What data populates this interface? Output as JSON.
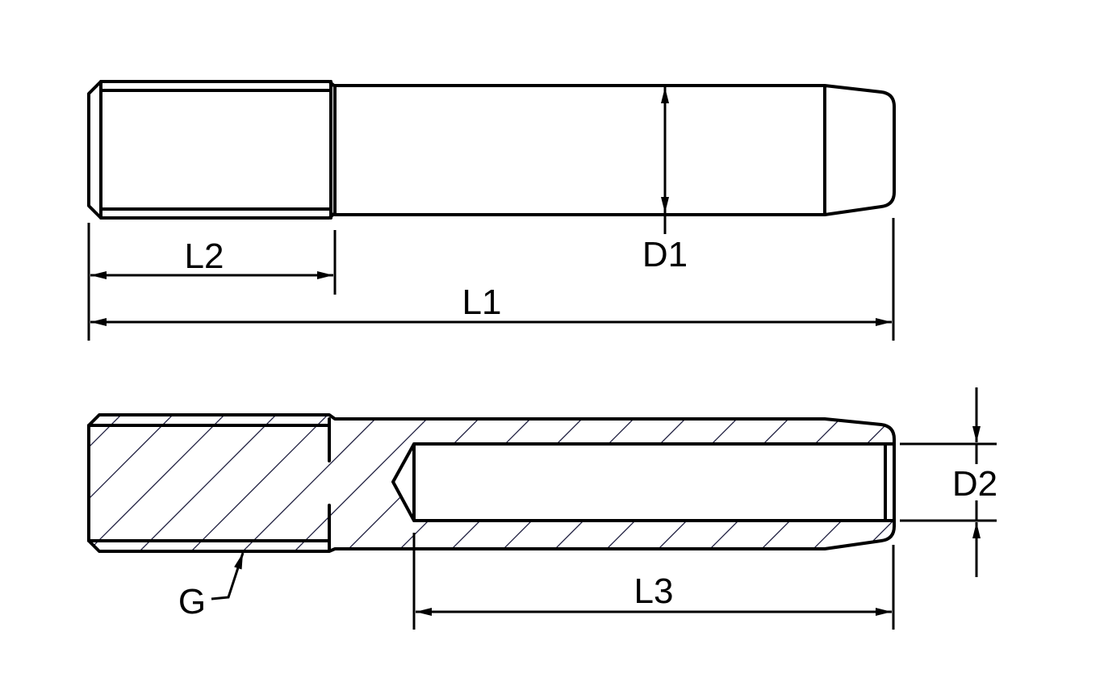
{
  "labels": {
    "l1": "L1",
    "l2": "L2",
    "l3": "L3",
    "d1": "D1",
    "d2": "D2",
    "g": "G"
  },
  "colors": {
    "line": "#000000",
    "hatch": "#1b1b3c"
  }
}
